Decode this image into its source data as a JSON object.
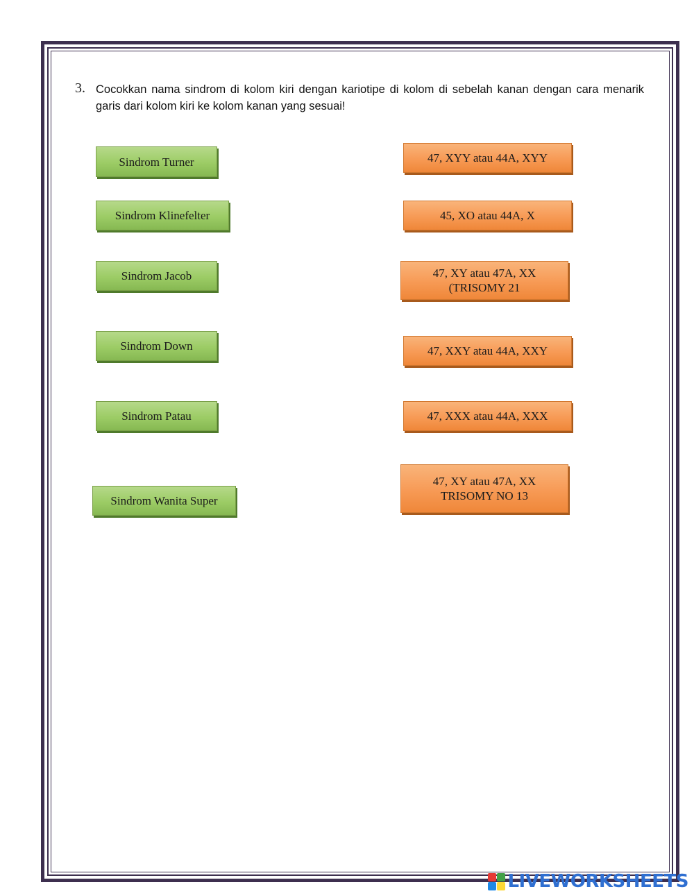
{
  "question": {
    "number": "3.",
    "text": "Cocokkan nama sindrom di kolom kiri dengan kariotipe di kolom di sebelah kanan dengan cara menarik garis dari kolom kiri ke kolom kanan yang sesuai!"
  },
  "left_items": [
    "Sindrom Turner",
    "Sindrom Klinefelter",
    "Sindrom Jacob",
    "Sindrom Down",
    "Sindrom Patau",
    "Sindrom Wanita Super"
  ],
  "right_items": [
    "47, XYY atau 44A, XYY",
    "45, XO atau 44A, X",
    "47, XY atau 47A, XX\n(TRISOMY 21",
    "47, XXY atau 44A, XXY",
    "47, XXX atau 44A, XXX",
    "47, XY atau 47A, XX\nTRISOMY NO 13"
  ],
  "branding": {
    "text": "LIVEWORKSHEETS",
    "colors": [
      "#e53935",
      "#43a047",
      "#1e88e5",
      "#fdd835"
    ],
    "text_color": "#2f6fd1"
  }
}
